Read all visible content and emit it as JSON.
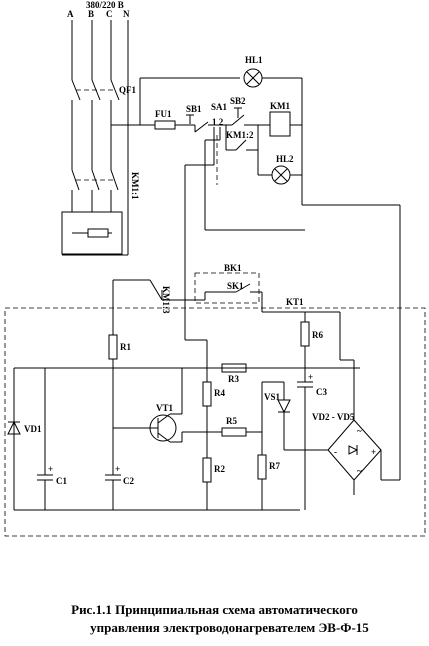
{
  "header": {
    "voltage": "380/220 В"
  },
  "phases": [
    "A",
    "B",
    "C",
    "N"
  ],
  "labels": {
    "qf1": "QF1",
    "km1_1": "KM1:1",
    "hl1": "HL1",
    "hl2": "HL2",
    "fu1": "FU1",
    "sb1": "SB1",
    "sb2": "SB2",
    "sa1": "SA1",
    "sa1_pos": "1 2",
    "km1": "KM1",
    "km1_2": "KM1:2",
    "bk1": "BK1",
    "sk1": "SK1",
    "km1_3": "KM1:3",
    "kt1": "KT1",
    "r1": "R1",
    "r2": "R2",
    "r3": "R3",
    "r4": "R4",
    "r5": "R5",
    "r6": "R6",
    "r7": "R7",
    "vt1": "VT1",
    "vs1": "VS1",
    "vd1": "VD1",
    "vd2_vd5": "VD2 - VD5",
    "c1": "C1",
    "c2": "C2",
    "c3": "C3",
    "plus": "+",
    "minus": "-",
    "tilde": "~"
  },
  "caption": {
    "line1": "Рис.1.1 Принципиальная схема автоматического",
    "line2": "управления электроводонагревателем ЭВ-Ф-15"
  }
}
